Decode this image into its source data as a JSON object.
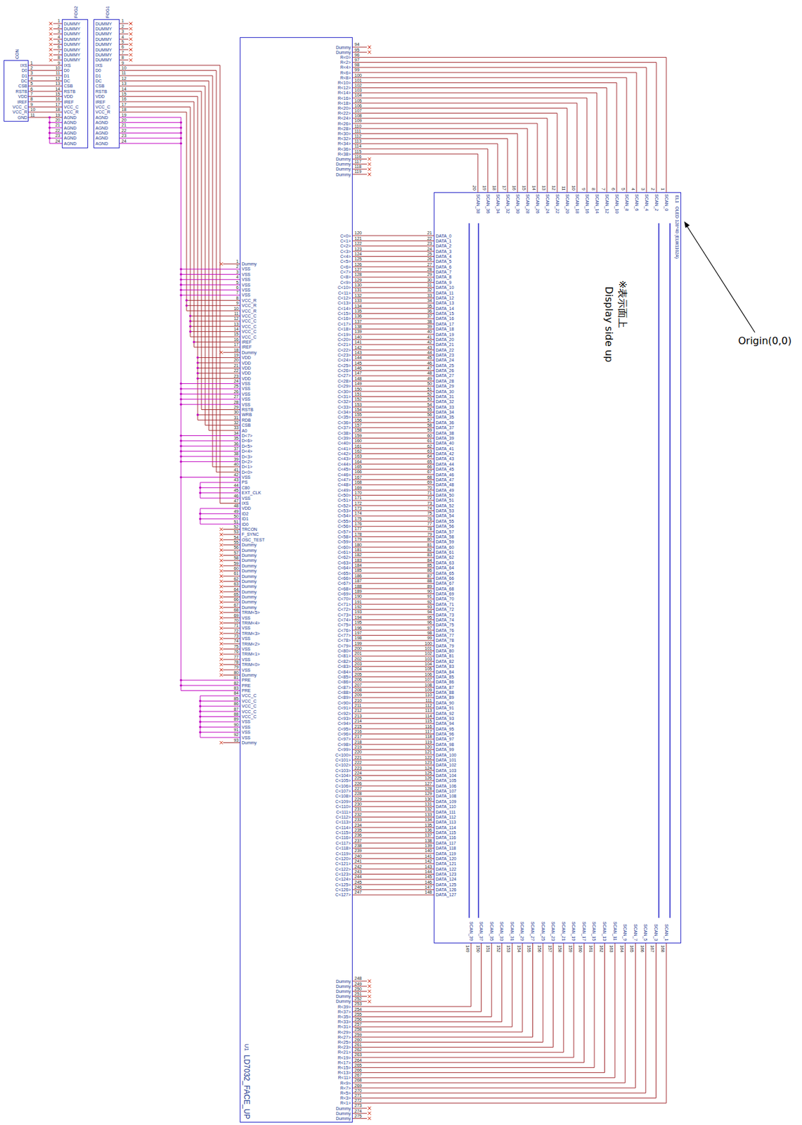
{
  "diagram": {
    "nodes": [
      {
        "text": [
          "CON"
        ]
      },
      {
        "text": [
          "FOG2"
        ]
      },
      {
        "text": [
          "FOG1"
        ]
      },
      {
        "text": [
          "U1",
          "LD7032_FACE_UP"
        ]
      },
      {
        "text": [
          "EL1",
          "OLED 128*40 (ELW1102A)"
        ]
      }
    ],
    "edges": [
      {
        "from": 0,
        "to": 1,
        "arrow": "none"
      },
      {
        "from": 2,
        "to": 3,
        "arrow": "none"
      },
      {
        "from": 3,
        "to": 4,
        "arrow": "none"
      }
    ],
    "labels": [
      "IXS",
      "1",
      "D0",
      "2",
      "D1",
      "3",
      "DC",
      "4",
      "CSB",
      "5",
      "RSTB",
      "6",
      "VDD",
      "7",
      "IREF",
      "8",
      "VCC_C",
      "9",
      "VCC_R",
      "10",
      "GND",
      "11",
      "DUMMY",
      "1",
      "DUMMY",
      "2",
      "DUMMY",
      "3",
      "DUMMY",
      "4",
      "DUMMY",
      "5",
      "DUMMY",
      "6",
      "DUMMY",
      "7",
      "DUMMY",
      "8",
      "IXS",
      "9",
      "D0",
      "10",
      "D1",
      "11",
      "DC",
      "12",
      "CSB",
      "13",
      "RSTB",
      "14",
      "VDD",
      "15",
      "IREF",
      "16",
      "VCC_C",
      "17",
      "VCC_R",
      "18",
      "AGND",
      "19",
      "AGND",
      "20",
      "AGND",
      "21",
      "AGND",
      "22",
      "AGND",
      "23",
      "AGND",
      "24",
      "DUMMY",
      "1",
      "DUMMY",
      "2",
      "DUMMY",
      "3",
      "DUMMY",
      "4",
      "DUMMY",
      "5",
      "DUMMY",
      "6",
      "DUMMY",
      "7",
      "DUMMY",
      "8",
      "IXS",
      "9",
      "D0",
      "10",
      "D1",
      "11",
      "DC",
      "12",
      "CSB",
      "13",
      "RSTB",
      "14",
      "VDD",
      "15",
      "IREF",
      "16",
      "VCC_C",
      "17",
      "VCC_R",
      "18",
      "AGND",
      "19",
      "AGND",
      "20",
      "AGND",
      "21",
      "AGND",
      "22",
      "AGND",
      "23",
      "AGND",
      "24",
      "Dummy",
      "1",
      "VSS",
      "2",
      "VSS",
      "3",
      "VSS",
      "4",
      "VSS",
      "5",
      "VSS",
      "6",
      "VSS",
      "7",
      "VCC_R",
      "8",
      "VCC_R",
      "9",
      "VCC_R",
      "10",
      "VCC_C",
      "11",
      "VCC_C",
      "12",
      "VCC_C",
      "13",
      "VCC_C",
      "14",
      "VCC_C",
      "15",
      "IREF",
      "16",
      "IREF",
      "17",
      "Dummy",
      "18",
      "VDD",
      "19",
      "VDD",
      "20",
      "VDD",
      "21",
      "VDD",
      "22",
      "VDD",
      "23",
      "VSS",
      "24",
      "VSS",
      "25",
      "VSS",
      "26",
      "VSS",
      "27",
      "VSS",
      "28",
      "RSTB",
      "29",
      "WRB",
      "30",
      "RDB",
      "31",
      "CSB",
      "32",
      "A0",
      "33",
      "D<7>",
      "34",
      "D<6>",
      "35",
      "D<5>",
      "36",
      "D<4>",
      "37",
      "D<3>",
      "38",
      "D<2>",
      "39",
      "D<1>",
      "40",
      "D<0>",
      "41",
      "VSS",
      "42",
      "PS",
      "43",
      "C80",
      "44",
      "EXT_CLK",
      "45",
      "VSS",
      "46",
      "IXS",
      "47",
      "VDD",
      "48",
      "ID2",
      "49",
      "ID1",
      "50",
      "ID0",
      "51",
      "TRCON",
      "52",
      "F_SYNC",
      "53",
      "OSC_TEST",
      "54",
      "Dummy",
      "55",
      "Dummy",
      "56",
      "Dummy",
      "57",
      "Dummy",
      "58",
      "Dummy",
      "59",
      "Dummy",
      "60",
      "Dummy",
      "61",
      "Dummy",
      "62",
      "Dummy",
      "63",
      "Dummy",
      "64",
      "Dummy",
      "65",
      "Dummy",
      "66",
      "Dummy",
      "67",
      "TRIM<5>",
      "68",
      "VSS",
      "69",
      "TRIM<4>",
      "70",
      "VSS",
      "71",
      "TRIM<3>",
      "72",
      "VSS",
      "73",
      "TRIM<2>",
      "74",
      "VSS",
      "75",
      "TRIM<1>",
      "76",
      "VSS",
      "77",
      "TRIM<0>",
      "78",
      "VSS",
      "79",
      "Dummy",
      "80",
      "PRE",
      "81",
      "PRE",
      "82",
      "PRE",
      "83",
      "VCC_C",
      "84",
      "VCC_C",
      "85",
      "VCC_C",
      "86",
      "VCC_C",
      "87",
      "VCC_C",
      "88",
      "VSS",
      "89",
      "VSS",
      "90",
      "VSS",
      "91",
      "VSS",
      "92",
      "Dummy",
      "93",
      "Dummy",
      "94",
      "Dummy",
      "95",
      "R<0>",
      "96",
      "R<2>",
      "97",
      "R<4>",
      "98",
      "R<6>",
      "99",
      "R<8>",
      "100",
      "R<10>",
      "101",
      "R<12>",
      "102",
      "R<14>",
      "103",
      "R<16>",
      "104",
      "R<18>",
      "105",
      "R<20>",
      "106",
      "R<22>",
      "107",
      "R<24>",
      "108",
      "R<26>",
      "109",
      "R<28>",
      "110",
      "R<30>",
      "111",
      "R<32>",
      "112",
      "R<34>",
      "113",
      "R<36>",
      "114",
      "R<38>",
      "115",
      "Dummy",
      "116",
      "Dummy",
      "117",
      "Dummy",
      "118",
      "Dummy",
      "119",
      "C<0>",
      "120",
      "C<1>",
      "121",
      "C<2>",
      "122",
      "C<3>",
      "123",
      "C<4>",
      "124",
      "C<5>",
      "125",
      "C<6>",
      "126",
      "C<7>",
      "127",
      "C<8>",
      "128",
      "C<9>",
      "129",
      "C<10>",
      "130",
      "C<11>",
      "131",
      "C<12>",
      "132",
      "C<13>",
      "133",
      "C<14>",
      "134",
      "C<15>",
      "135",
      "C<16>",
      "136",
      "C<17>",
      "137",
      "C<18>",
      "138",
      "C<19>",
      "139",
      "C<20>",
      "140",
      "C<21>",
      "141",
      "C<22>",
      "142",
      "C<23>",
      "143",
      "C<24>",
      "144",
      "C<25>",
      "145",
      "C<26>",
      "146",
      "C<27>",
      "147",
      "C<28>",
      "148",
      "C<29>",
      "149",
      "C<30>",
      "150",
      "C<31>",
      "151",
      "C<32>",
      "152",
      "C<33>",
      "153",
      "C<34>",
      "154",
      "C<35>",
      "155",
      "C<36>",
      "156",
      "C<37>",
      "157",
      "C<38>",
      "158",
      "C<39>",
      "159",
      "C<40>",
      "160",
      "C<41>",
      "161",
      "C<42>",
      "162",
      "C<43>",
      "163",
      "C<44>",
      "164",
      "C<45>",
      "165",
      "C<46>",
      "166",
      "C<47>",
      "167",
      "C<48>",
      "168",
      "C<49>",
      "169",
      "C<50>",
      "170",
      "C<51>",
      "171",
      "C<52>",
      "172",
      "C<53>",
      "173",
      "C<54>",
      "174",
      "C<55>",
      "175",
      "C<56>",
      "176",
      "C<57>",
      "177",
      "C<58>",
      "178",
      "C<59>",
      "179",
      "C<60>",
      "180",
      "C<61>",
      "181",
      "C<62>",
      "182",
      "C<63>",
      "183",
      "C<64>",
      "184",
      "C<65>",
      "185",
      "C<66>",
      "186",
      "C<67>",
      "187",
      "C<68>",
      "188",
      "C<69>",
      "189",
      "C<70>",
      "190",
      "C<71>",
      "191",
      "C<72>",
      "192",
      "C<73>",
      "193",
      "C<74>",
      "194",
      "C<75>",
      "195",
      "C<76>",
      "196",
      "C<77>",
      "197",
      "C<78>",
      "198",
      "C<79>",
      "199",
      "C<80>",
      "200",
      "C<81>",
      "201",
      "C<82>",
      "202",
      "C<83>",
      "203",
      "C<84>",
      "204",
      "C<85>",
      "205",
      "C<86>",
      "206",
      "C<87>",
      "207",
      "C<88>",
      "208",
      "C<89>",
      "209",
      "C<90>",
      "210",
      "C<91>",
      "211",
      "C<92>",
      "212",
      "C<93>",
      "213",
      "C<94>",
      "214",
      "C<95>",
      "215",
      "C<96>",
      "216",
      "C<97>",
      "217",
      "C<98>",
      "218",
      "C<99>",
      "219",
      "C<100>",
      "220",
      "C<101>",
      "221",
      "C<102>",
      "222",
      "C<103>",
      "223",
      "C<104>",
      "224",
      "C<105>",
      "225",
      "C<106>",
      "226",
      "C<107>",
      "227",
      "C<108>",
      "228",
      "C<109>",
      "229",
      "C<110>",
      "230",
      "C<111>",
      "231",
      "C<112>",
      "232",
      "C<113>",
      "233",
      "C<114>",
      "234",
      "C<115>",
      "235",
      "C<116>",
      "236",
      "C<117>",
      "237",
      "C<118>",
      "238",
      "C<119>",
      "239",
      "C<120>",
      "240",
      "C<121>",
      "241",
      "C<122>",
      "242",
      "C<123>",
      "243",
      "C<124>",
      "244",
      "C<125>",
      "245",
      "C<126>",
      "246",
      "C<127>",
      "247",
      "Dummy",
      "248",
      "Dummy",
      "249",
      "Dummy",
      "250",
      "Dummy",
      "251",
      "Dummy",
      "252",
      "R<39>",
      "253",
      "R<37>",
      "254",
      "R<35>",
      "255",
      "R<33>",
      "256",
      "R<31>",
      "257",
      "R<29>",
      "258",
      "R<27>",
      "259",
      "R<25>",
      "260",
      "R<23>",
      "261",
      "R<21>",
      "262",
      "R<19>",
      "263",
      "R<17>",
      "264",
      "R<15>",
      "265",
      "R<13>",
      "266",
      "R<11>",
      "267",
      "R<9>",
      "268",
      "R<7>",
      "269",
      "R<5>",
      "270",
      "R<3>",
      "271",
      "R<1>",
      "272",
      "Dummy",
      "273",
      "Dummy",
      "274",
      "Dummy",
      "275",
      "DATA_0",
      "21",
      "DATA_1",
      "22",
      "DATA_2",
      "23",
      "DATA_3",
      "24",
      "DATA_4",
      "25",
      "DATA_5",
      "26",
      "DATA_6",
      "27",
      "DATA_7",
      "28",
      "DATA_8",
      "29",
      "DATA_9",
      "30",
      "DATA_10",
      "31",
      "DATA_11",
      "32",
      "DATA_12",
      "33",
      "DATA_13",
      "34",
      "DATA_14",
      "35",
      "DATA_15",
      "36",
      "DATA_16",
      "37",
      "DATA_17",
      "38",
      "DATA_18",
      "39",
      "DATA_19",
      "40",
      "DATA_20",
      "41",
      "DATA_21",
      "42",
      "DATA_22",
      "43",
      "DATA_23",
      "44",
      "DATA_24",
      "45",
      "DATA_25",
      "46",
      "DATA_26",
      "47",
      "DATA_27",
      "48",
      "DATA_28",
      "49",
      "DATA_29",
      "50",
      "DATA_30",
      "51",
      "DATA_31",
      "52",
      "DATA_32",
      "53",
      "DATA_33",
      "54",
      "DATA_34",
      "55",
      "DATA_35",
      "56",
      "DATA_36",
      "57",
      "DATA_37",
      "58",
      "DATA_38",
      "59",
      "DATA_39",
      "60",
      "DATA_40",
      "61",
      "DATA_41",
      "62",
      "DATA_42",
      "63",
      "DATA_43",
      "64",
      "DATA_44",
      "65",
      "DATA_45",
      "66",
      "DATA_46",
      "67",
      "DATA_47",
      "68",
      "DATA_48",
      "69",
      "DATA_49",
      "70",
      "DATA_50",
      "71",
      "DATA_51",
      "72",
      "DATA_52",
      "73",
      "DATA_53",
      "74",
      "DATA_54",
      "75",
      "DATA_55",
      "76",
      "DATA_56",
      "77",
      "DATA_57",
      "78",
      "DATA_58",
      "79",
      "DATA_59",
      "80",
      "DATA_60",
      "81",
      "DATA_61",
      "82",
      "DATA_62",
      "83",
      "DATA_63",
      "84",
      "DATA_64",
      "85",
      "DATA_65",
      "86",
      "DATA_66",
      "87",
      "DATA_67",
      "88",
      "DATA_68",
      "89",
      "DATA_69",
      "90",
      "DATA_70",
      "91",
      "DATA_71",
      "92",
      "DATA_72",
      "93",
      "DATA_73",
      "94",
      "DATA_74",
      "95",
      "DATA_75",
      "96",
      "DATA_76",
      "97",
      "DATA_77",
      "98",
      "DATA_78",
      "99",
      "DATA_79",
      "100",
      "DATA_80",
      "101",
      "DATA_81",
      "102",
      "DATA_82",
      "103",
      "DATA_83",
      "104",
      "DATA_84",
      "105",
      "DATA_85",
      "106",
      "DATA_86",
      "107",
      "DATA_87",
      "108",
      "DATA_88",
      "109",
      "DATA_89",
      "110",
      "DATA_90",
      "111",
      "DATA_91",
      "112",
      "DATA_92",
      "113",
      "DATA_93",
      "114",
      "DATA_94",
      "115",
      "DATA_95",
      "116",
      "DATA_96",
      "117",
      "DATA_97",
      "118",
      "DATA_98",
      "119",
      "DATA_99",
      "120",
      "DATA_100",
      "121",
      "DATA_101",
      "122",
      "DATA_102",
      "123",
      "DATA_103",
      "124",
      "DATA_104",
      "125",
      "DATA_105",
      "126",
      "DATA_106",
      "127",
      "DATA_107",
      "128",
      "DATA_108",
      "129",
      "DATA_109",
      "130",
      "DATA_110",
      "131",
      "DATA_111",
      "132",
      "DATA_112",
      "133",
      "DATA_113",
      "134",
      "DATA_114",
      "135",
      "DATA_115",
      "136",
      "DATA_116",
      "137",
      "DATA_117",
      "138",
      "DATA_118",
      "139",
      "DATA_119",
      "140",
      "DATA_120",
      "141",
      "DATA_121",
      "142",
      "DATA_122",
      "143",
      "DATA_123",
      "144",
      "DATA_124",
      "145",
      "DATA_125",
      "146",
      "DATA_126",
      "147",
      "DATA_127",
      "148",
      "SCAN_38",
      "20",
      "SCAN_36",
      "19",
      "SCAN_34",
      "18",
      "SCAN_32",
      "17",
      "SCAN_30",
      "16",
      "SCAN_28",
      "15",
      "SCAN_26",
      "14",
      "SCAN_24",
      "13",
      "SCAN_22",
      "12",
      "SCAN_20",
      "11",
      "SCAN_18",
      "10",
      "SCAN_16",
      "9",
      "SCAN_14",
      "8",
      "SCAN_12",
      "7",
      "SCAN_10",
      "6",
      "SCAN_8",
      "5",
      "SCAN_6",
      "4",
      "SCAN_4",
      "3",
      "SCAN_2",
      "2",
      "SCAN_0",
      "1",
      "SCAN_39",
      "149",
      "SCAN_37",
      "150",
      "SCAN_35",
      "151",
      "SCAN_33",
      "152",
      "SCAN_31",
      "153",
      "SCAN_29",
      "154",
      "SCAN_27",
      "155",
      "SCAN_25",
      "156",
      "SCAN_23",
      "157",
      "SCAN_21",
      "158",
      "SCAN_19",
      "159",
      "SCAN_17",
      "160",
      "SCAN_15",
      "161",
      "SCAN_13",
      "162",
      "SCAN_11",
      "163",
      "SCAN_9",
      "164",
      "SCAN_7",
      "165",
      "SCAN_5",
      "166",
      "SCAN_3",
      "167",
      "SCAN_1",
      "168",
      "※表示面上",
      "Display side up",
      "Origin(0,0)"
    ]
  }
}
